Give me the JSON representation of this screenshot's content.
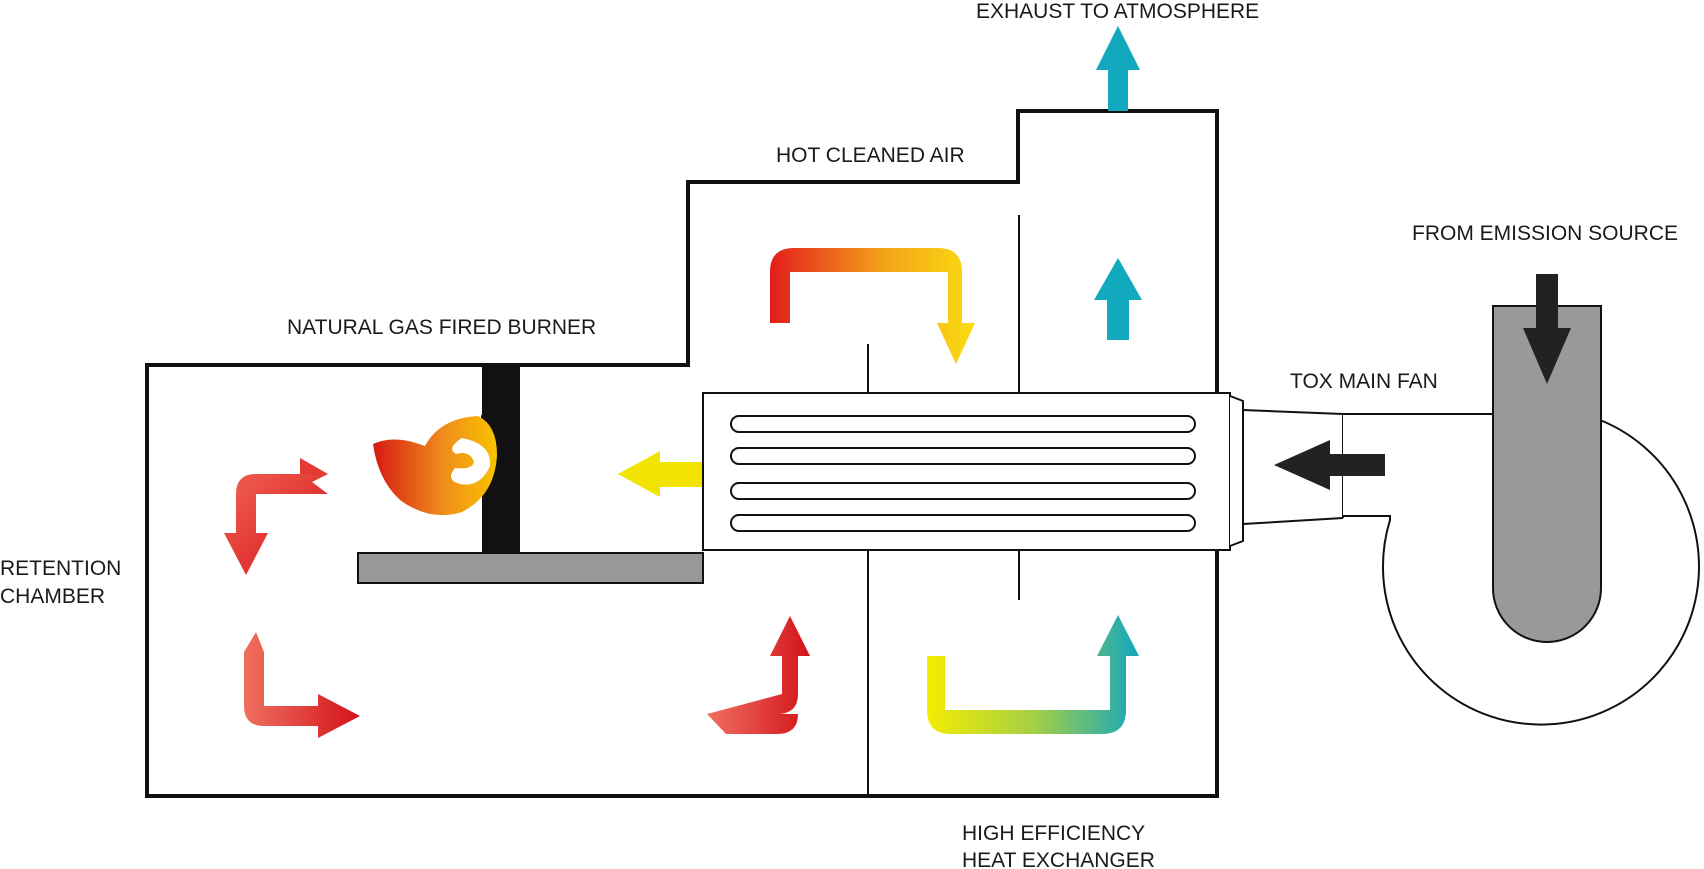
{
  "labels": {
    "exhaust": "EXHAUST TO ATMOSPHERE",
    "hot_cleaned_air": "HOT CLEANED AIR",
    "from_emission_source": "FROM EMISSION SOURCE",
    "natural_gas_burner": "NATURAL GAS FIRED BURNER",
    "tox_main_fan": "TOX MAIN FAN",
    "retention_chamber_line1": "RETENTION",
    "retention_chamber_line2": "CHAMBER",
    "heat_exchanger_line1": "HIGH EFFICIENCY",
    "heat_exchanger_line2": "HEAT EXCHANGER"
  },
  "colors": {
    "outline": "#111111",
    "hot_red": "#d7141b",
    "mid_orange": "#f08a1c",
    "warm_yellow": "#f5e400",
    "cool_teal": "#12a8bd",
    "dirty_air_black": "#222222",
    "grey_fill": "#9a9a9a",
    "flame_yellow": "#f9c300"
  },
  "icons": {
    "burner": "flame-icon",
    "flow": "arrow-icon",
    "fan": "centrifugal-fan-icon"
  }
}
